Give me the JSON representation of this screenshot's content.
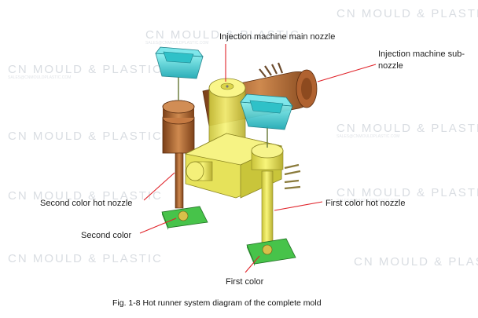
{
  "watermark": {
    "text": "CN MOULD & PLASTIC",
    "subtext": "SALES@CNMOULDPLASTIC.COM"
  },
  "labels": {
    "main_nozzle": "Injection machine main nozzle",
    "sub_nozzle_line1": "Injection machine sub-",
    "sub_nozzle_line2": "nozzle",
    "second_hot_nozzle": "Second color hot nozzle",
    "second_color": "Second color",
    "first_hot_nozzle": "First color hot nozzle",
    "first_color": "First color"
  },
  "caption": "Fig. 1-8 Hot runner system diagram of the complete mold",
  "colors": {
    "leader_line": "#e0232a",
    "manifold_yellow": "#f3f06a",
    "copper": "#b86a35",
    "cyan_nozzle": "#3fd2d6",
    "plate_green": "#3cc23c"
  }
}
